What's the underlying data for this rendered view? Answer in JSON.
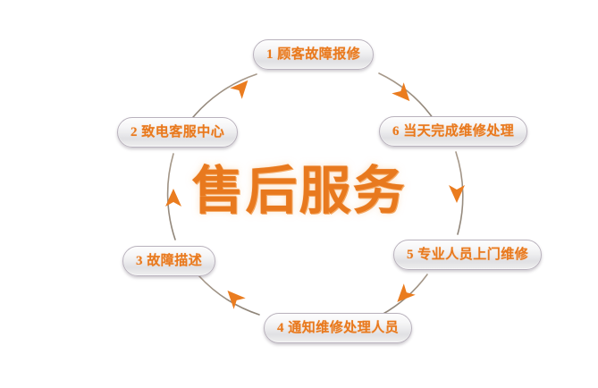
{
  "diagram": {
    "title": "售后服务",
    "background_color": "#ffffff",
    "accent_color": "#e8791e",
    "node_fill_color": "#ececee",
    "node_border_color": "#b9b2bd",
    "arc_color": "#9a8f84",
    "arrow_color": "#e8791e",
    "flow_direction": "clockwise",
    "nodes": [
      {
        "id": "1",
        "number": "1",
        "label": "1 顾客故障报修",
        "position": "top-center"
      },
      {
        "id": "6",
        "number": "6",
        "label": "6 当天完成维修处理",
        "position": "upper-right"
      },
      {
        "id": "5",
        "number": "5",
        "label": "5 专业人员上门维修",
        "position": "lower-right"
      },
      {
        "id": "4",
        "number": "4",
        "label": "4 通知维修处理人员",
        "position": "bottom-center"
      },
      {
        "id": "3",
        "number": "3",
        "label": "3 故障描述",
        "position": "lower-left"
      },
      {
        "id": "2",
        "number": "2",
        "label": "2 致电客服中心",
        "position": "upper-left"
      }
    ],
    "connectors": [
      {
        "from": "1",
        "to": "6",
        "arrow": "down-right"
      },
      {
        "from": "6",
        "to": "5",
        "arrow": "down"
      },
      {
        "from": "5",
        "to": "4",
        "arrow": "down-left"
      },
      {
        "from": "4",
        "to": "3",
        "arrow": "up-left"
      },
      {
        "from": "3",
        "to": "2",
        "arrow": "up"
      },
      {
        "from": "2",
        "to": "1",
        "arrow": "up-right"
      }
    ]
  }
}
